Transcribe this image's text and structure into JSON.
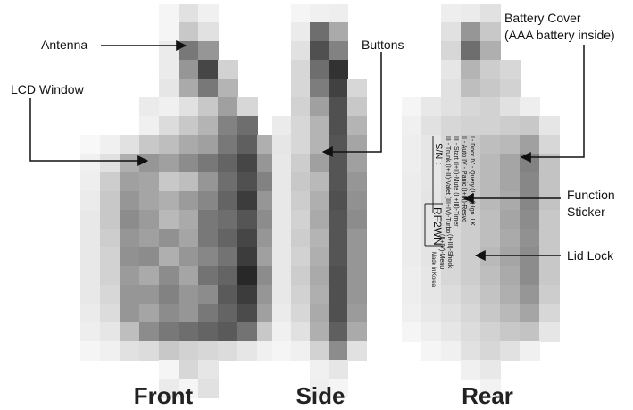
{
  "callouts": {
    "antenna": "Antenna",
    "lcd_window": "LCD Window",
    "buttons": "Buttons",
    "battery_cover_line1": "Battery Cover",
    "battery_cover_line2": "(AAA battery inside)",
    "function_sticker_line1": "Function",
    "function_sticker_line2": "Sticker",
    "lid_lock": "Lid Lock"
  },
  "views": {
    "front": "Front",
    "side": "Side",
    "rear": "Rear"
  },
  "sticker": {
    "line1": "I - Door    IV - Query    (I+IV)-Ign. LK",
    "line2": "II - Auto    IV - Panic    (I+III)-Resvd",
    "line3": "III - Start  (I+II)-Mute  (II+III)-Timer",
    "line4": "III - Trunk  (I+III)-Valet  (III+IV)-Turbo",
    "sn_label": "S/N :",
    "model": "RF2WN",
    "line5": "(I+III)-Shock",
    "line6": "(II+IV)-Menu",
    "made_in": "Made in Korea"
  },
  "colors": {
    "arrow": "#111111",
    "background": "#ffffff"
  }
}
